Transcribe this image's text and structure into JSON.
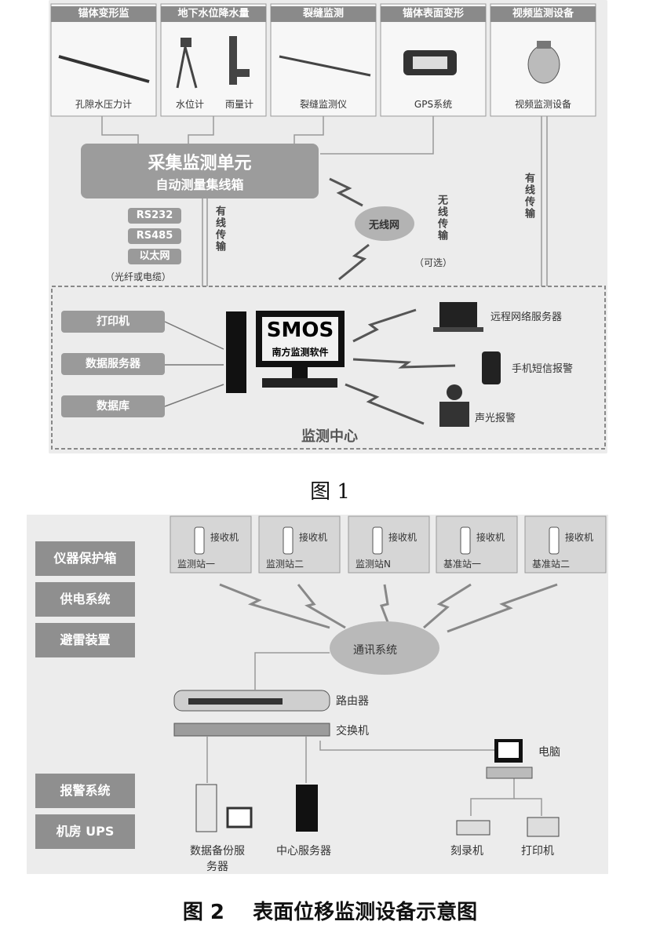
{
  "fig1": {
    "headers": [
      "锚体变形监",
      "地下水位降水量",
      "裂缝监测",
      "锚体表面变形",
      "视频监测设备"
    ],
    "sensors": [
      "孔隙水压力计",
      "水位计",
      "雨量计",
      "裂缝监测仪",
      "GPS系统",
      "视频监测设备"
    ],
    "collector_title": "采集监测单元",
    "collector_sub": "自动测量集线箱",
    "wired_ports": [
      "RS232",
      "RS485",
      "以太网",
      "（光纤或电缆）"
    ],
    "wired_label": "有线传输",
    "wireless_cloud": "无线网",
    "wireless_label": "无线传输",
    "wireless_optional": "（可选）",
    "video_link_label": "有线传输",
    "center_left": [
      "打印机",
      "数据服务器",
      "数据库"
    ],
    "software_title": "SMOS",
    "software_sub": "南方监测软件",
    "center_right": [
      "远程网络服务器",
      "手机短信报警",
      "声光报警"
    ],
    "center_title": "监测中心",
    "caption": "图 1"
  },
  "fig2": {
    "left_items": [
      "仪器保护箱",
      "供电系统",
      "避雷装置",
      "报警系统",
      "机房 UPS"
    ],
    "stations": [
      {
        "receiver": "接收机",
        "name": "监测站一"
      },
      {
        "receiver": "接收机",
        "name": "监测站二"
      },
      {
        "receiver": "接收机",
        "name": "监测站N"
      },
      {
        "receiver": "接收机",
        "name": "基准站一"
      },
      {
        "receiver": "接收机",
        "name": "基准站二"
      }
    ],
    "cloud": "通讯系统",
    "router": "路由器",
    "switch": "交换机",
    "computer": "电脑",
    "backup_server": "数据备份服务器",
    "center_server": "中心服务器",
    "recorder": "刻录机",
    "printer": "打印机",
    "caption": "图 2    表面位移监测设备示意图"
  }
}
